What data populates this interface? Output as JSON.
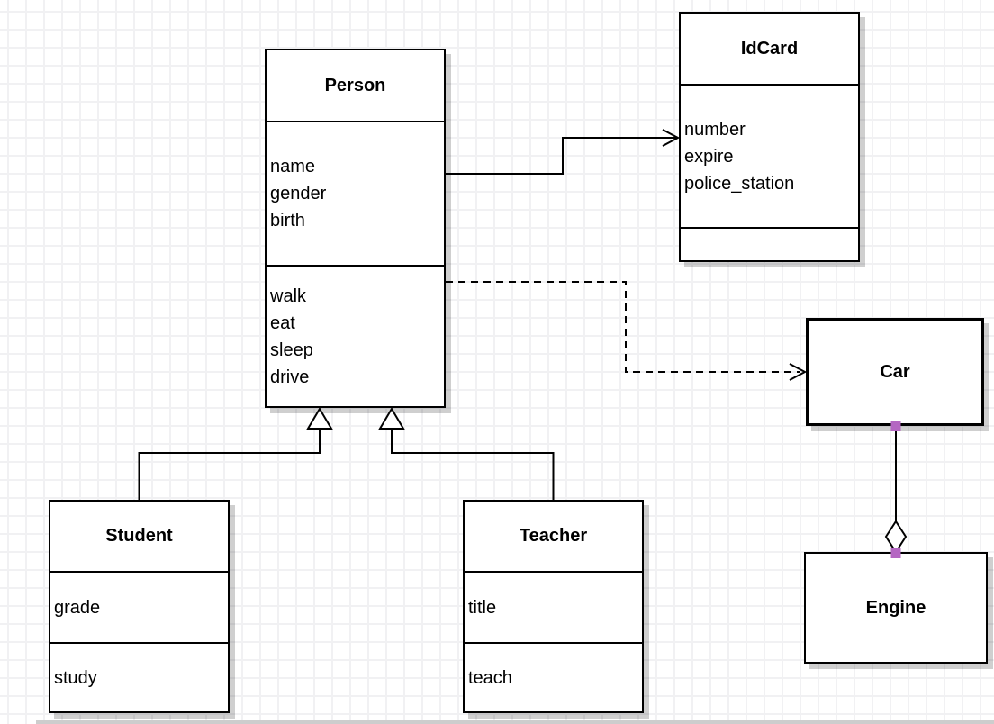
{
  "diagram": {
    "kind": "uml-class-diagram"
  },
  "classes": {
    "person": {
      "title": "Person",
      "attributes": [
        "name",
        "gender",
        "birth"
      ],
      "methods": [
        "walk",
        "eat",
        "sleep",
        "drive"
      ]
    },
    "idcard": {
      "title": "IdCard",
      "attributes": [
        "number",
        "expire",
        "police_station"
      ],
      "methods": []
    },
    "student": {
      "title": "Student",
      "attributes": [
        "grade"
      ],
      "methods": [
        "study"
      ]
    },
    "teacher": {
      "title": "Teacher",
      "attributes": [
        "title"
      ],
      "methods": [
        "teach"
      ]
    },
    "car": {
      "title": "Car"
    },
    "engine": {
      "title": "Engine"
    }
  },
  "connectors": [
    {
      "type": "association",
      "from": "Person",
      "to": "IdCard",
      "line": "solid",
      "end_marker": "open-arrow"
    },
    {
      "type": "dependency",
      "from": "Person",
      "to": "Car",
      "line": "dashed",
      "end_marker": "open-arrow"
    },
    {
      "type": "generalization",
      "from": "Student",
      "to": "Person",
      "line": "solid",
      "end_marker": "hollow-triangle"
    },
    {
      "type": "generalization",
      "from": "Teacher",
      "to": "Person",
      "line": "solid",
      "end_marker": "hollow-triangle"
    },
    {
      "type": "aggregation",
      "from": "Car",
      "to": "Engine",
      "line": "solid",
      "end_marker": "hollow-diamond",
      "selected": true
    }
  ],
  "colors": {
    "line": "#000000",
    "box_fill": "#ffffff",
    "shadow": "#c8c8c8",
    "grid": "#f1f1f3",
    "background": "#ffffff",
    "selection_handle": "#b466c2"
  }
}
